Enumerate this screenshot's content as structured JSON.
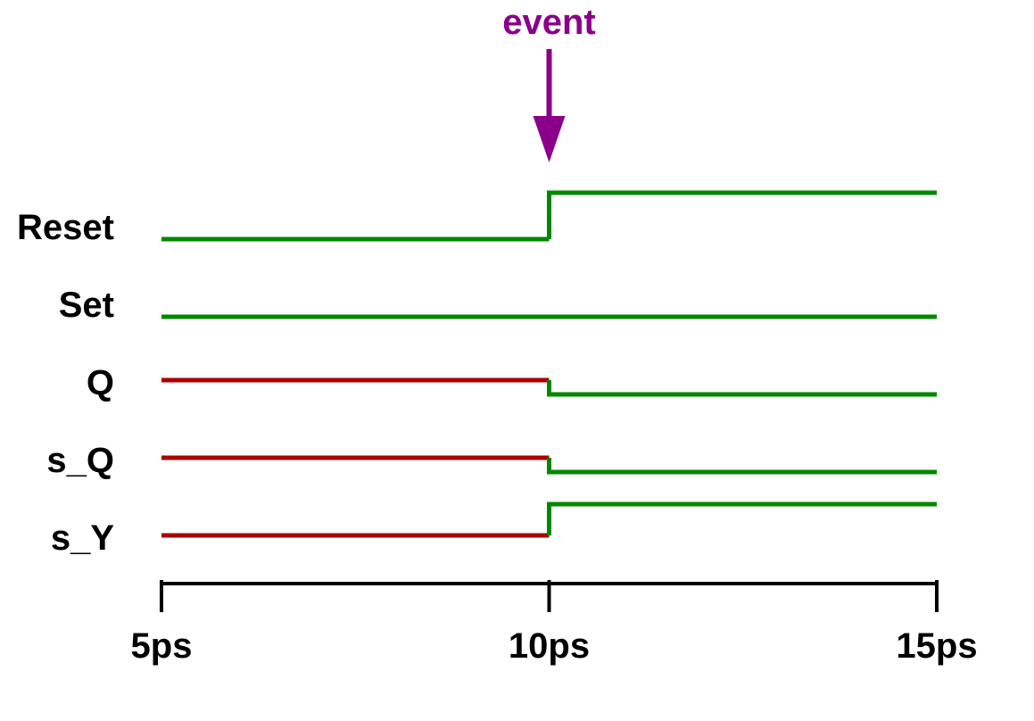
{
  "event": {
    "label": "event",
    "time": 10,
    "color": "#8B008B"
  },
  "axis": {
    "ticks": [
      {
        "time": 5,
        "label": "5ps"
      },
      {
        "time": 10,
        "label": "10ps"
      },
      {
        "time": 15,
        "label": "15ps"
      }
    ],
    "range": [
      5,
      15
    ]
  },
  "colors": {
    "valid": "#008800",
    "unknown": "#AA0000",
    "axis": "#000000"
  },
  "signals": [
    {
      "name": "Reset",
      "segments": [
        {
          "from": 5,
          "to": 10,
          "level": "low",
          "state": "valid"
        },
        {
          "from": 10,
          "to": 15,
          "level": "high",
          "state": "valid"
        }
      ]
    },
    {
      "name": "Set",
      "segments": [
        {
          "from": 5,
          "to": 15,
          "level": "low",
          "state": "valid"
        }
      ]
    },
    {
      "name": "Q",
      "segments": [
        {
          "from": 5,
          "to": 10,
          "level": "unknown",
          "state": "unknown"
        },
        {
          "from": 10,
          "to": 15,
          "level": "low",
          "state": "valid"
        }
      ]
    },
    {
      "name": "s_Q",
      "segments": [
        {
          "from": 5,
          "to": 10,
          "level": "unknown",
          "state": "unknown"
        },
        {
          "from": 10,
          "to": 15,
          "level": "low",
          "state": "valid"
        }
      ]
    },
    {
      "name": "s_Y",
      "segments": [
        {
          "from": 5,
          "to": 10,
          "level": "low",
          "state": "unknown"
        },
        {
          "from": 10,
          "to": 15,
          "level": "high",
          "state": "valid"
        }
      ]
    }
  ]
}
